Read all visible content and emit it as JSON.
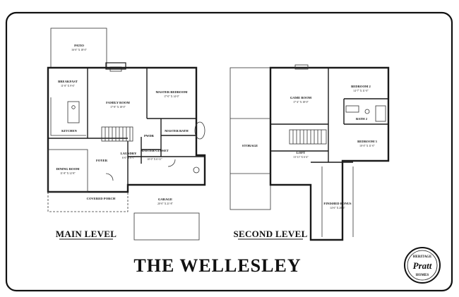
{
  "title": "THE WELLESLEY",
  "levels": {
    "main": "MAIN LEVEL",
    "second": "SECOND LEVEL"
  },
  "main_rooms": {
    "patio": {
      "name": "PATIO",
      "dims": "16'-0\" X 18'-0\""
    },
    "breakfast": {
      "name": "BREAKFAST",
      "dims": "11'-8\" X 9'-6\""
    },
    "family": {
      "name": "FAMILY ROOM",
      "dims": "17'-8\" X 18'-0\""
    },
    "master_bed": {
      "name": "MASTER BEDROOM",
      "dims": "17'-0\" X 14'-0\""
    },
    "kitchen": {
      "name": "KITCHEN",
      "dims": ""
    },
    "master_bath": {
      "name": "MASTER BATH",
      "dims": ""
    },
    "pwdr": {
      "name": "PWDR",
      "dims": ""
    },
    "laundry": {
      "name": "LAUNDRY",
      "dims": "6'-0\" X 6'-1\""
    },
    "master_closet": {
      "name": "MASTER CLOSET",
      "dims": "10'-0\" X 6'-11\""
    },
    "foyer": {
      "name": "FOYER",
      "dims": ""
    },
    "dining": {
      "name": "DINING ROOM",
      "dims": "11'-8\" X 12'-8\""
    },
    "porch": {
      "name": "COVERED PORCH",
      "dims": ""
    },
    "garage": {
      "name": "GARAGE",
      "dims": "20'-0\" X 21'-8\""
    }
  },
  "second_rooms": {
    "game": {
      "name": "GAME ROOM",
      "dims": "17'-4\" X 18'-0\""
    },
    "bed2": {
      "name": "BEDROOM 2",
      "dims": "14'-7\" X 11'-0\""
    },
    "bath2": {
      "name": "BATH 2",
      "dims": ""
    },
    "bed3": {
      "name": "BEDROOM 3",
      "dims": "10'-0\" X 11'-0\""
    },
    "storage": {
      "name": "STORAGE",
      "dims": ""
    },
    "loft": {
      "name": "LOFT",
      "dims": "13'-11\" X 6'-4\""
    },
    "bonus": {
      "name": "FINISHED BONUS",
      "dims": "14'-6\" X 20'-6\""
    }
  },
  "logo": {
    "top": "HERITAGE",
    "name": "Pratt",
    "sub": "HOMES"
  }
}
